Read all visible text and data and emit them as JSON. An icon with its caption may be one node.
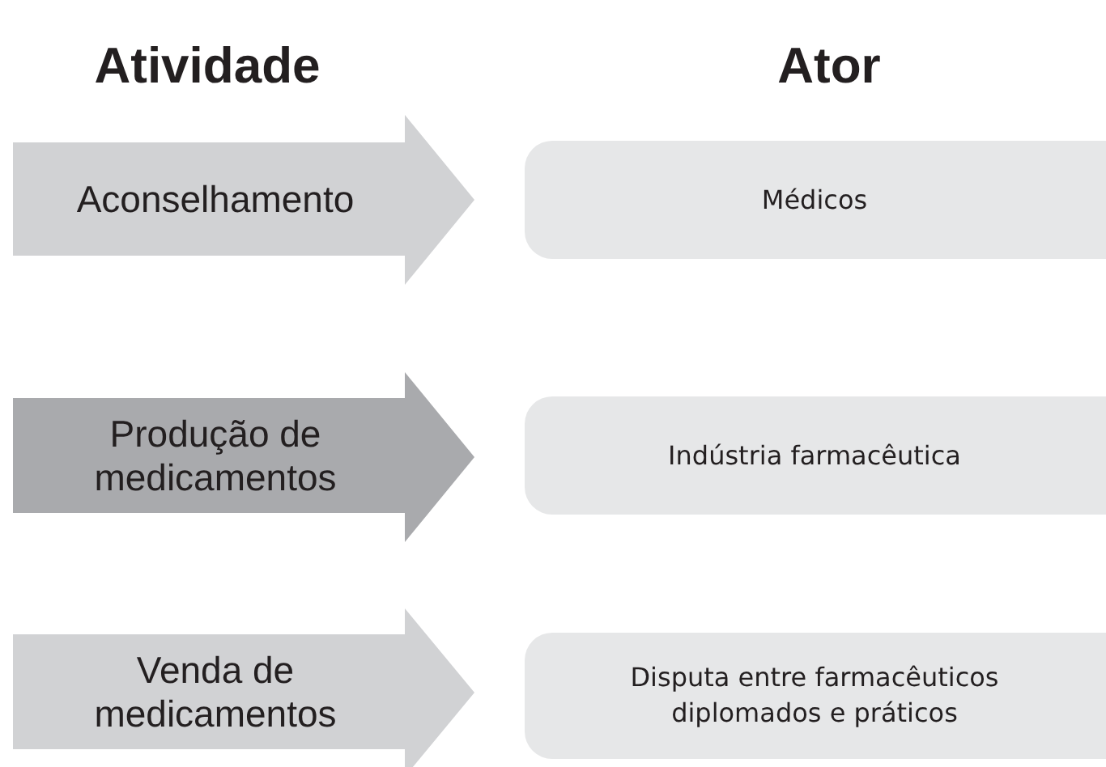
{
  "diagram": {
    "nodes": [
      {
        "text": [
          "Aconselhamento"
        ]
      },
      {
        "text": [
          "Médicos"
        ]
      },
      {
        "text": [
          "Produção de medicamentos"
        ]
      },
      {
        "text": [
          "Indústria farmacêutica"
        ]
      },
      {
        "text": [
          "Venda de medicamentos"
        ]
      },
      {
        "text": [
          "Disputa entre farmacêuticos diplomados e práticos"
        ]
      }
    ],
    "labels": [
      "Atividade",
      "Ator"
    ]
  }
}
